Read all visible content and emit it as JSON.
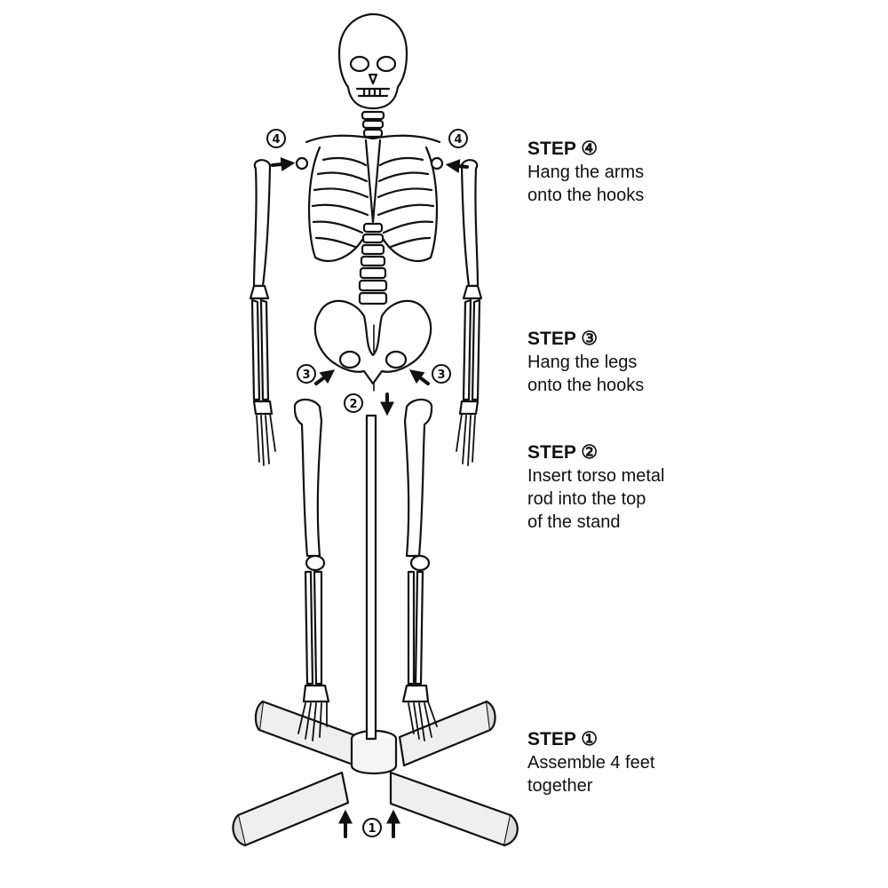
{
  "steps": [
    {
      "title": "STEP ④",
      "text": "Hang the arms\nonto the hooks"
    },
    {
      "title": "STEP ③",
      "text": "Hang the legs\nonto the hooks"
    },
    {
      "title": "STEP ②",
      "text": "Insert torso metal\nrod into the top\nof the stand"
    },
    {
      "title": "STEP ①",
      "text": "Assemble 4 feet\ntogether"
    }
  ],
  "markers": {
    "arm_left": "4",
    "arm_right": "4",
    "leg_left": "3",
    "leg_right": "3",
    "rod": "2",
    "feet": "1"
  },
  "colors": {
    "line": "#111111",
    "fill": "#ffffff",
    "shade": "#e6e6e6",
    "arrow": "#111111"
  }
}
